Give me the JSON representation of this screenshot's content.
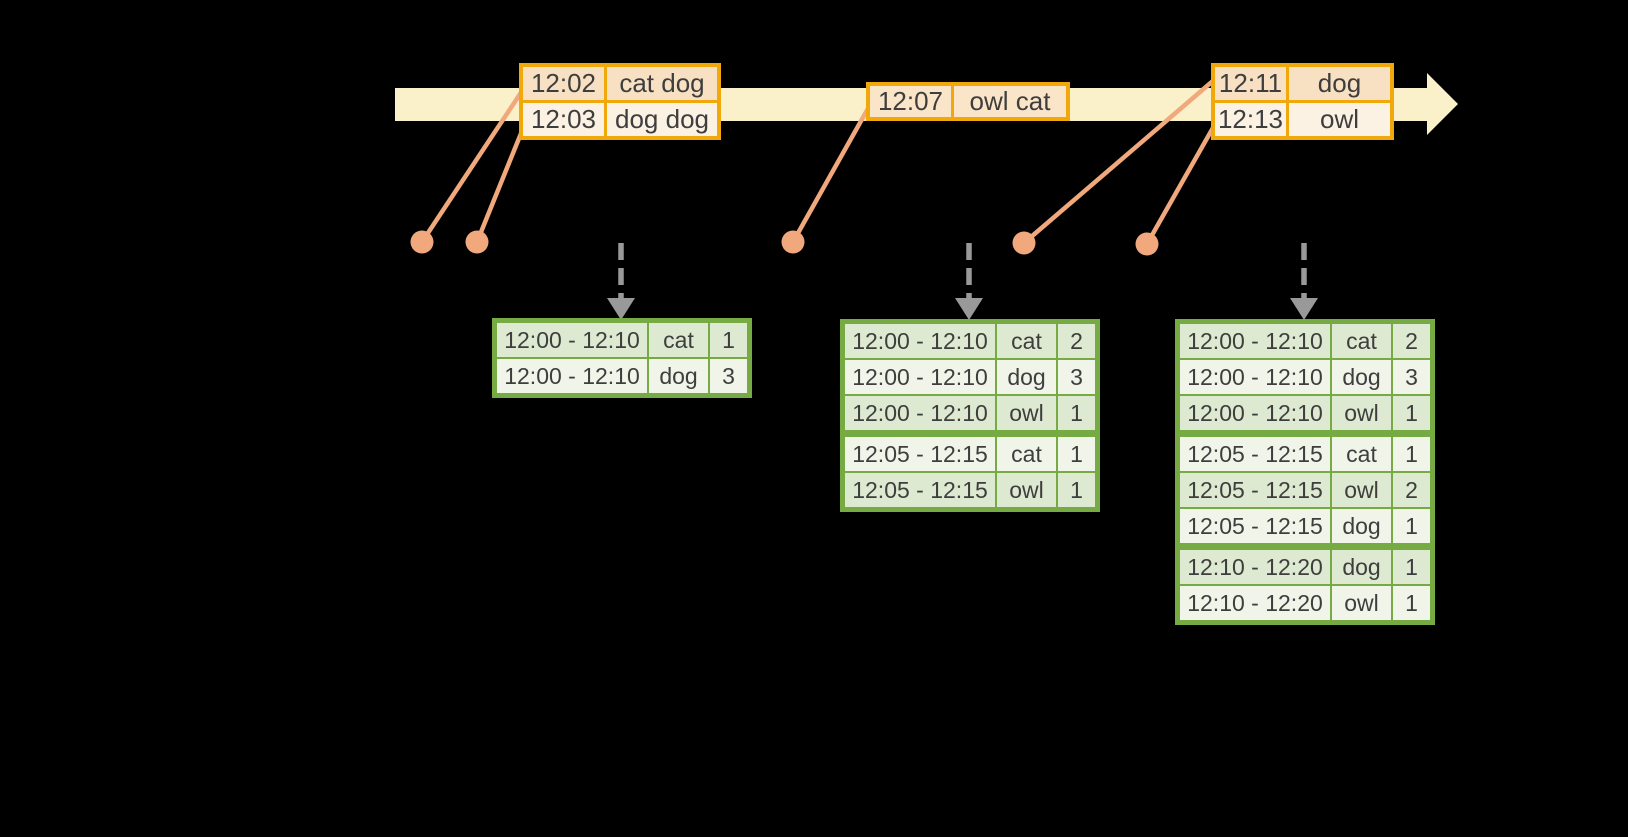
{
  "background": "#000000",
  "colors": {
    "background": "#000000",
    "timeline_fill": "#FAF0C9",
    "event_border": "#F0A80A",
    "event_row_dark": "#F8E0C2",
    "event_row_light": "#FCF2E4",
    "event_row_mid": "#FAE5C9",
    "marker": "#F0A87C",
    "trigger_gray": "#999999",
    "result_border": "#76AB43",
    "result_row_dark": "#DDE9D0",
    "result_row_light": "#F0F4E9",
    "text": "#3E3E3E"
  },
  "icons": {
    "timeline_arrow": "right-arrow",
    "trigger_arrow": "dashed-down-arrow",
    "event_marker": "dot-with-leader-line"
  },
  "event_tables": [
    {
      "rows": [
        {
          "time": "12:02",
          "words": "cat dog"
        },
        {
          "time": "12:03",
          "words": "dog dog"
        }
      ]
    },
    {
      "rows": [
        {
          "time": "12:07",
          "words": "owl cat"
        }
      ]
    },
    {
      "rows": [
        {
          "time": "12:11",
          "words": "dog"
        },
        {
          "time": "12:13",
          "words": "owl"
        }
      ]
    }
  ],
  "result_tables": [
    {
      "rows": [
        {
          "window": "12:00 - 12:10",
          "word": "cat",
          "count": "1"
        },
        {
          "window": "12:00 - 12:10",
          "word": "dog",
          "count": "3"
        }
      ]
    },
    {
      "rows": [
        {
          "window": "12:00 - 12:10",
          "word": "cat",
          "count": "2"
        },
        {
          "window": "12:00 - 12:10",
          "word": "dog",
          "count": "3"
        },
        {
          "window": "12:00 - 12:10",
          "word": "owl",
          "count": "1"
        },
        {
          "window": "12:05 - 12:15",
          "word": "cat",
          "count": "1"
        },
        {
          "window": "12:05 - 12:15",
          "word": "owl",
          "count": "1"
        }
      ]
    },
    {
      "rows": [
        {
          "window": "12:00 - 12:10",
          "word": "cat",
          "count": "2"
        },
        {
          "window": "12:00 - 12:10",
          "word": "dog",
          "count": "3"
        },
        {
          "window": "12:00 - 12:10",
          "word": "owl",
          "count": "1"
        },
        {
          "window": "12:05 - 12:15",
          "word": "cat",
          "count": "1"
        },
        {
          "window": "12:05 - 12:15",
          "word": "owl",
          "count": "2"
        },
        {
          "window": "12:05 - 12:15",
          "word": "dog",
          "count": "1"
        },
        {
          "window": "12:10 - 12:20",
          "word": "dog",
          "count": "1"
        },
        {
          "window": "12:10 - 12:20",
          "word": "owl",
          "count": "1"
        }
      ]
    }
  ]
}
